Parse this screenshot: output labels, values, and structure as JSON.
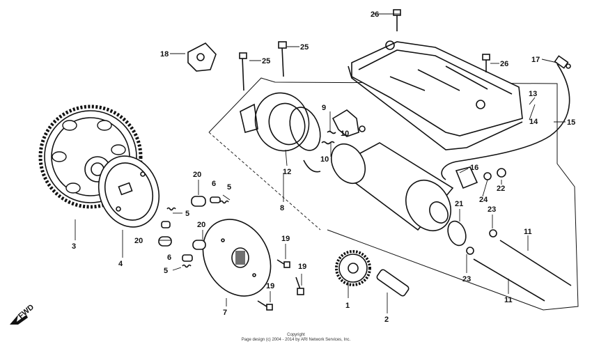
{
  "diagram": {
    "callouts": {
      "c1": "1",
      "c2": "2",
      "c3": "3",
      "c4": "4",
      "c5a": "5",
      "c5b": "5",
      "c5c": "5",
      "c6a": "6",
      "c6b": "6",
      "c7": "7",
      "c8": "8",
      "c9": "9",
      "c10a": "10",
      "c10b": "10",
      "c11a": "11",
      "c11b": "11",
      "c12": "12",
      "c13": "13",
      "c14": "14",
      "c15": "15",
      "c16": "16",
      "c17": "17",
      "c18": "18",
      "c19a": "19",
      "c19b": "19",
      "c19c": "19",
      "c20a": "20",
      "c20b": "20",
      "c20c": "20",
      "c21": "21",
      "c22": "22",
      "c23a": "23",
      "c23b": "23",
      "c24": "24",
      "c25a": "25",
      "c25b": "25",
      "c26a": "26",
      "c26b": "26"
    },
    "fwd_label": "FWD"
  },
  "footer": {
    "line1": "Copyright",
    "line2": "Page design (c) 2004 - 2014 by ARI Network Services, Inc."
  }
}
